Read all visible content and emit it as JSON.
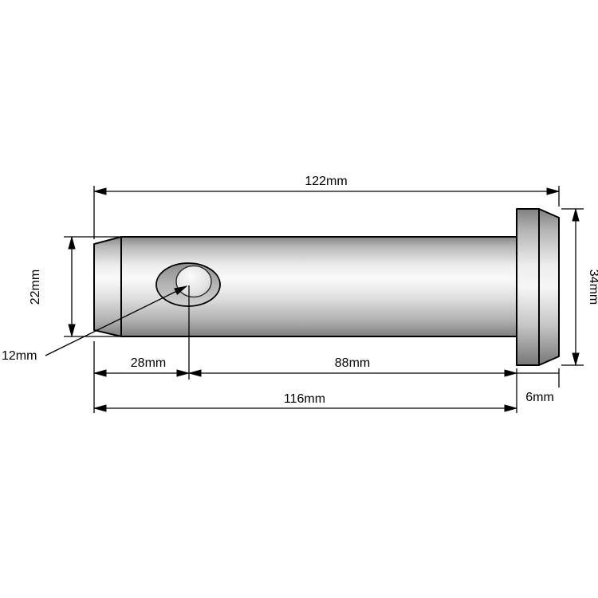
{
  "drawing": {
    "part": "clevis-pin",
    "line_color": "#000000",
    "metal_light": "#fafafa",
    "metal_dark": "#7e7e7e"
  },
  "labels": {
    "total_length": "122mm",
    "shaft_diameter": "22mm",
    "head_diameter": "34mm",
    "hole_diameter": "12mm",
    "hole_offset": "28mm",
    "hole_to_head": "88mm",
    "shaft_length": "116mm",
    "head_thickness": "6mm"
  }
}
